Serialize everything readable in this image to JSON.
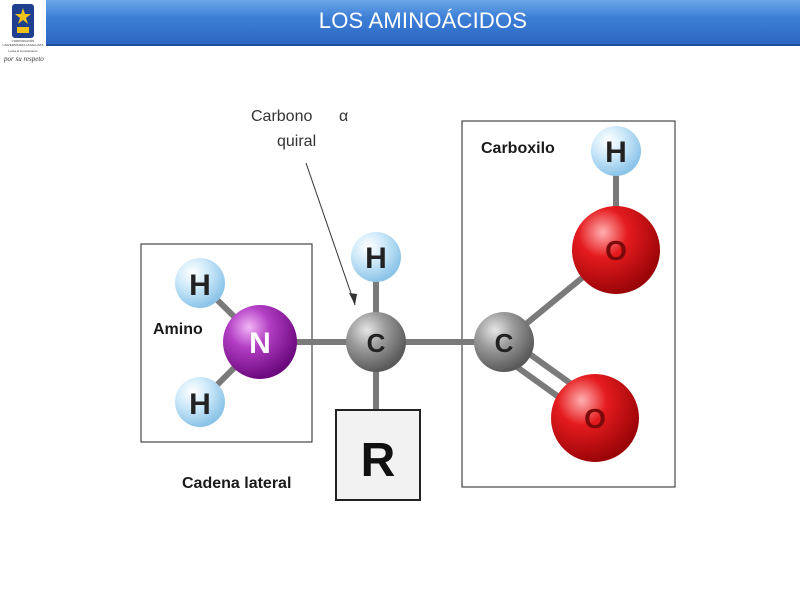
{
  "header": {
    "title": "LOS AMINOÁCIDOS",
    "logo_text_line1": "CORPORACIÓN UNIVERSITARIA LASALLISTA",
    "logo_text_line2": "Lema el conocimiento",
    "logo_script": "por su respeto"
  },
  "diagram": {
    "annotation_line1": "Carbono",
    "annotation_alpha": "α",
    "annotation_line2": "quiral",
    "group_amino": "Amino",
    "group_carboxilo": "Carboxilo",
    "side_chain_label": "Cadena lateral",
    "side_chain_symbol": "R",
    "atoms": {
      "h_amino_top": "H",
      "h_amino_bottom": "H",
      "nitrogen": "N",
      "carbon_alpha": "C",
      "h_alpha": "H",
      "carbon_carboxyl": "C",
      "oxygen_hydroxyl": "O",
      "h_carboxyl": "H",
      "oxygen_carbonyl": "O"
    },
    "colors": {
      "hydrogen": "#aad7f2",
      "nitrogen": "#9b1fae",
      "carbon": "#8c8c8c",
      "oxygen": "#d60f12",
      "bond": "#7a7a7a"
    }
  }
}
